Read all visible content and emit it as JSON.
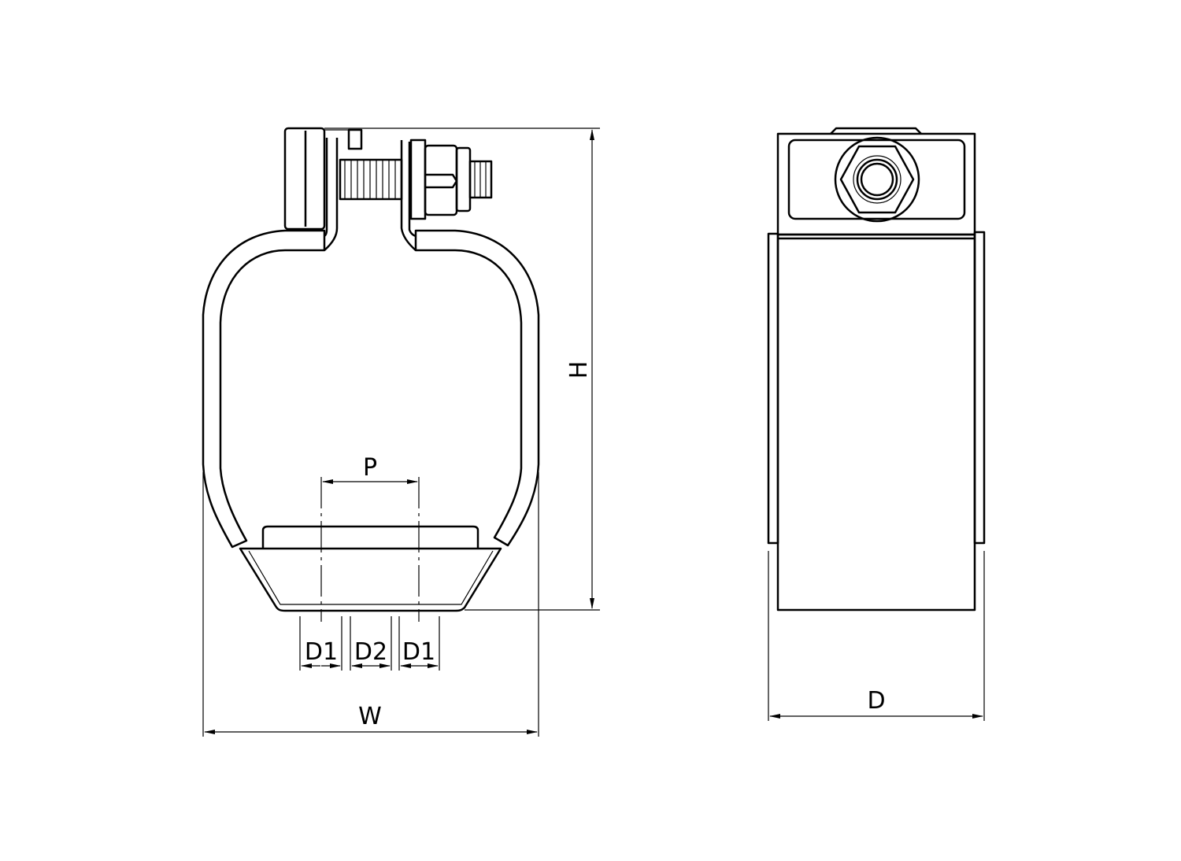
{
  "drawing": {
    "labels": {
      "height": "H",
      "width": "W",
      "depth": "D",
      "pitch": "P",
      "d1_left": "D1",
      "d2": "D2",
      "d1_right": "D1"
    }
  }
}
